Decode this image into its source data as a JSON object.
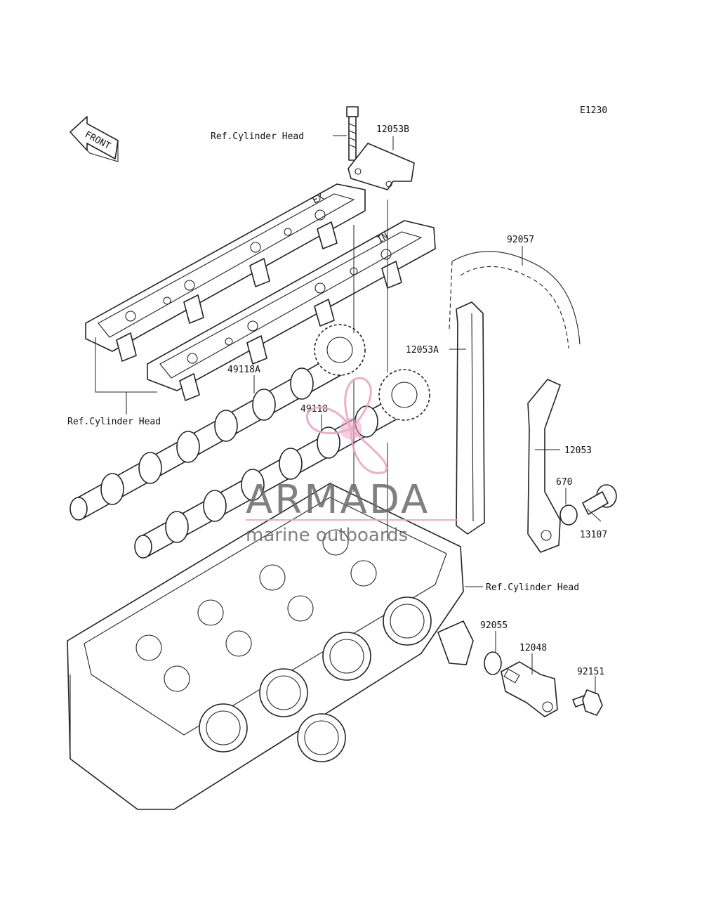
{
  "diagram": {
    "code": "E1230",
    "front_label": "FRONT",
    "labels": {
      "ref_head_top": "Ref.Cylinder Head",
      "ref_head_left": "Ref.Cylinder Head",
      "ref_head_right": "Ref.Cylinder Head",
      "p12053B": "12053B",
      "p92057": "92057",
      "p12053A": "12053A",
      "p49118A": "49118A",
      "p49118": "49118",
      "p12053": "12053",
      "p670": "670",
      "p13107": "13107",
      "p92055": "92055",
      "p12048": "12048",
      "p92151": "92151"
    },
    "cover_marks": {
      "ex": "EX",
      "in": "IN"
    }
  },
  "watermark": {
    "brand": "ARMADA",
    "tagline": "marine outboards",
    "accent_color": "#e8a3bf"
  }
}
